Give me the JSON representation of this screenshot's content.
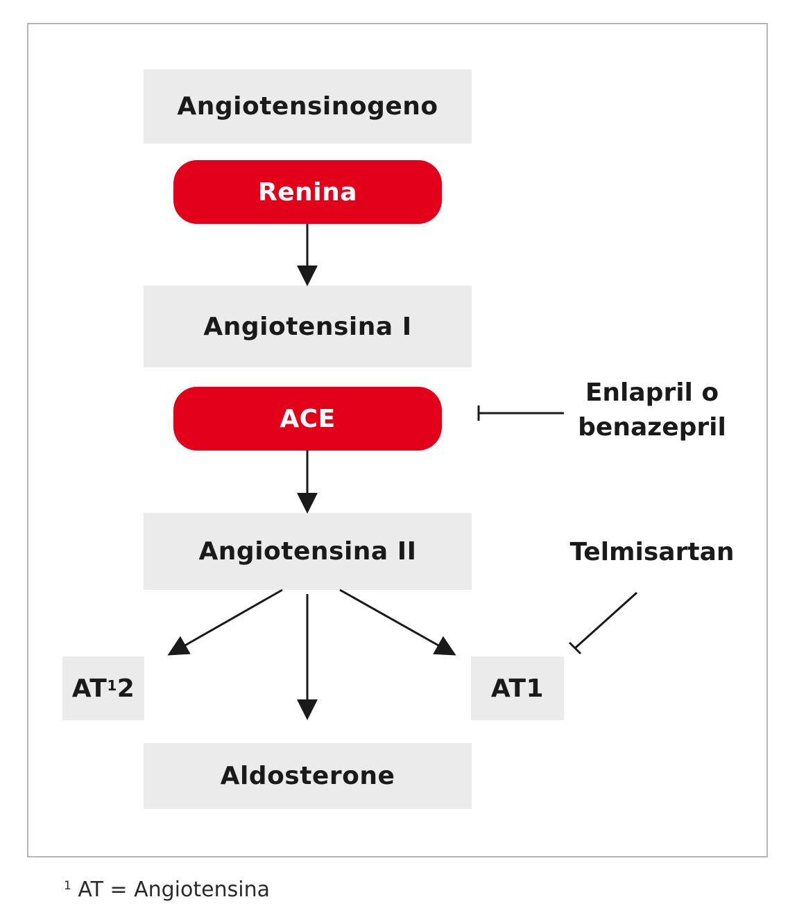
{
  "colors": {
    "enzyme": "#e2001a",
    "box_fill": "#ebebeb",
    "frame_border": "#b5b5b5",
    "arrow": "#1a1a1a"
  },
  "nodes": {
    "angiotensinogen": "Angiotensinogeno",
    "renin": "Renina",
    "angiotensin_1": "Angiotensina I",
    "ace": "ACE",
    "angiotensin_2": "Angiotensina II",
    "at2_prefix": "AT",
    "at2_sup": "1",
    "at2_suffix": "2",
    "at1": "AT1",
    "aldosterone": "Aldosterone"
  },
  "inhibitors": {
    "ace_inhibitor_line1": "Enlapril o",
    "ace_inhibitor_line2": "benazepril",
    "arb": "Telmisartan"
  },
  "footnote": {
    "marker": "1",
    "text": "AT = Angiotensina"
  }
}
